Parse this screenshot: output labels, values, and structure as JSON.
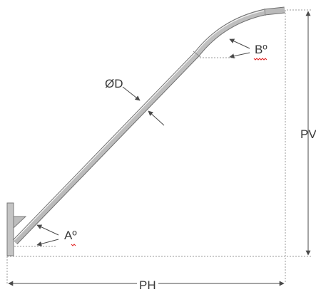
{
  "labels": {
    "angle_a": "Aº",
    "angle_b": "Bº",
    "diameter": "ØD",
    "vertical_projection": "PV",
    "horizontal_projection": "PH"
  },
  "colors": {
    "pole_fill": "#c8c8c8",
    "pole_edge": "#7a7a7a",
    "dimension_line": "#4a4a4a",
    "spellcheck_underline": "#e02020"
  }
}
